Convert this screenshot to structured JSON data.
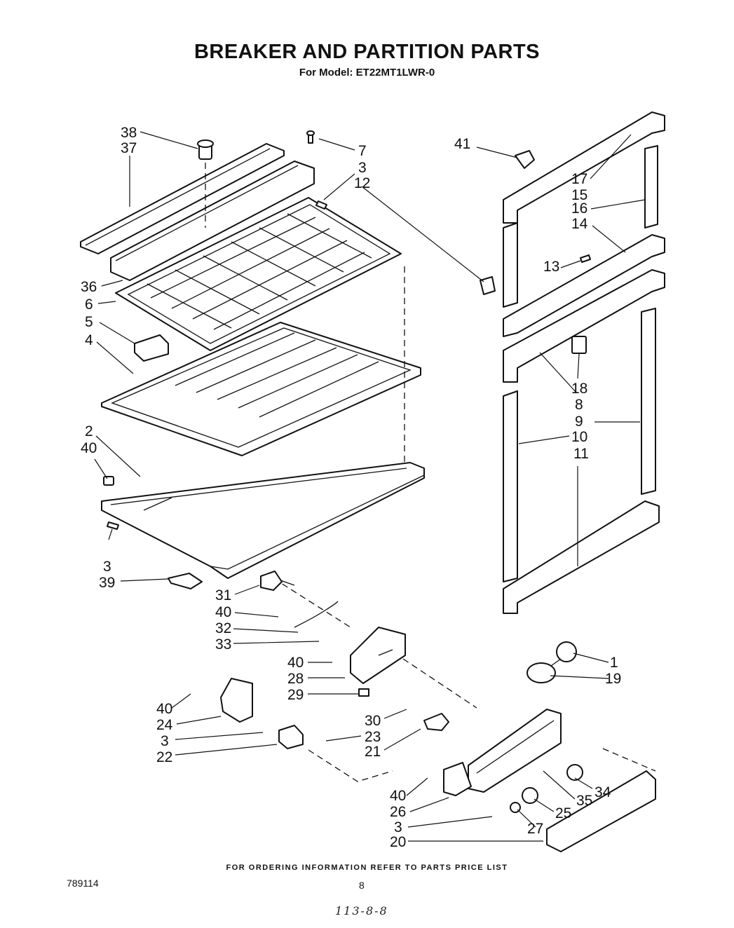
{
  "header": {
    "title": "BREAKER AND PARTITION PARTS",
    "model_line": "For Model: ET22MT1LWR-0"
  },
  "callouts": [
    {
      "id": "c38",
      "label": "38"
    },
    {
      "id": "c37",
      "label": "37"
    },
    {
      "id": "c7",
      "label": "7"
    },
    {
      "id": "c3a",
      "label": "3"
    },
    {
      "id": "c12",
      "label": "12"
    },
    {
      "id": "c36",
      "label": "36"
    },
    {
      "id": "c6",
      "label": "6"
    },
    {
      "id": "c5",
      "label": "5"
    },
    {
      "id": "c4",
      "label": "4"
    },
    {
      "id": "c2",
      "label": "2"
    },
    {
      "id": "c40a",
      "label": "40"
    },
    {
      "id": "c3b",
      "label": "3"
    },
    {
      "id": "c39",
      "label": "39"
    },
    {
      "id": "c41",
      "label": "41"
    },
    {
      "id": "c17",
      "label": "17"
    },
    {
      "id": "c15",
      "label": "15"
    },
    {
      "id": "c16",
      "label": "16"
    },
    {
      "id": "c14",
      "label": "14"
    },
    {
      "id": "c13",
      "label": "13"
    },
    {
      "id": "c18",
      "label": "18"
    },
    {
      "id": "c8",
      "label": "8"
    },
    {
      "id": "c9",
      "label": "9"
    },
    {
      "id": "c10",
      "label": "10"
    },
    {
      "id": "c11",
      "label": "11"
    },
    {
      "id": "c31",
      "label": "31"
    },
    {
      "id": "c40b",
      "label": "40"
    },
    {
      "id": "c32",
      "label": "32"
    },
    {
      "id": "c33",
      "label": "33"
    },
    {
      "id": "c40c",
      "label": "40"
    },
    {
      "id": "c28",
      "label": "28"
    },
    {
      "id": "c29",
      "label": "29"
    },
    {
      "id": "c1",
      "label": "1"
    },
    {
      "id": "c19",
      "label": "19"
    },
    {
      "id": "c40d",
      "label": "40"
    },
    {
      "id": "c24",
      "label": "24"
    },
    {
      "id": "c3c",
      "label": "3"
    },
    {
      "id": "c22",
      "label": "22"
    },
    {
      "id": "c30",
      "label": "30"
    },
    {
      "id": "c23",
      "label": "23"
    },
    {
      "id": "c21",
      "label": "21"
    },
    {
      "id": "c34",
      "label": "34"
    },
    {
      "id": "c35",
      "label": "35"
    },
    {
      "id": "c25",
      "label": "25"
    },
    {
      "id": "c40e",
      "label": "40"
    },
    {
      "id": "c26",
      "label": "26"
    },
    {
      "id": "c3d",
      "label": "3"
    },
    {
      "id": "c27",
      "label": "27"
    },
    {
      "id": "c20",
      "label": "20"
    }
  ],
  "footer": {
    "ordering_note": "FOR ORDERING INFORMATION REFER TO PARTS PRICE LIST",
    "doc_number": "789114",
    "page_number": "8",
    "handwritten_note": "113-8-8"
  }
}
